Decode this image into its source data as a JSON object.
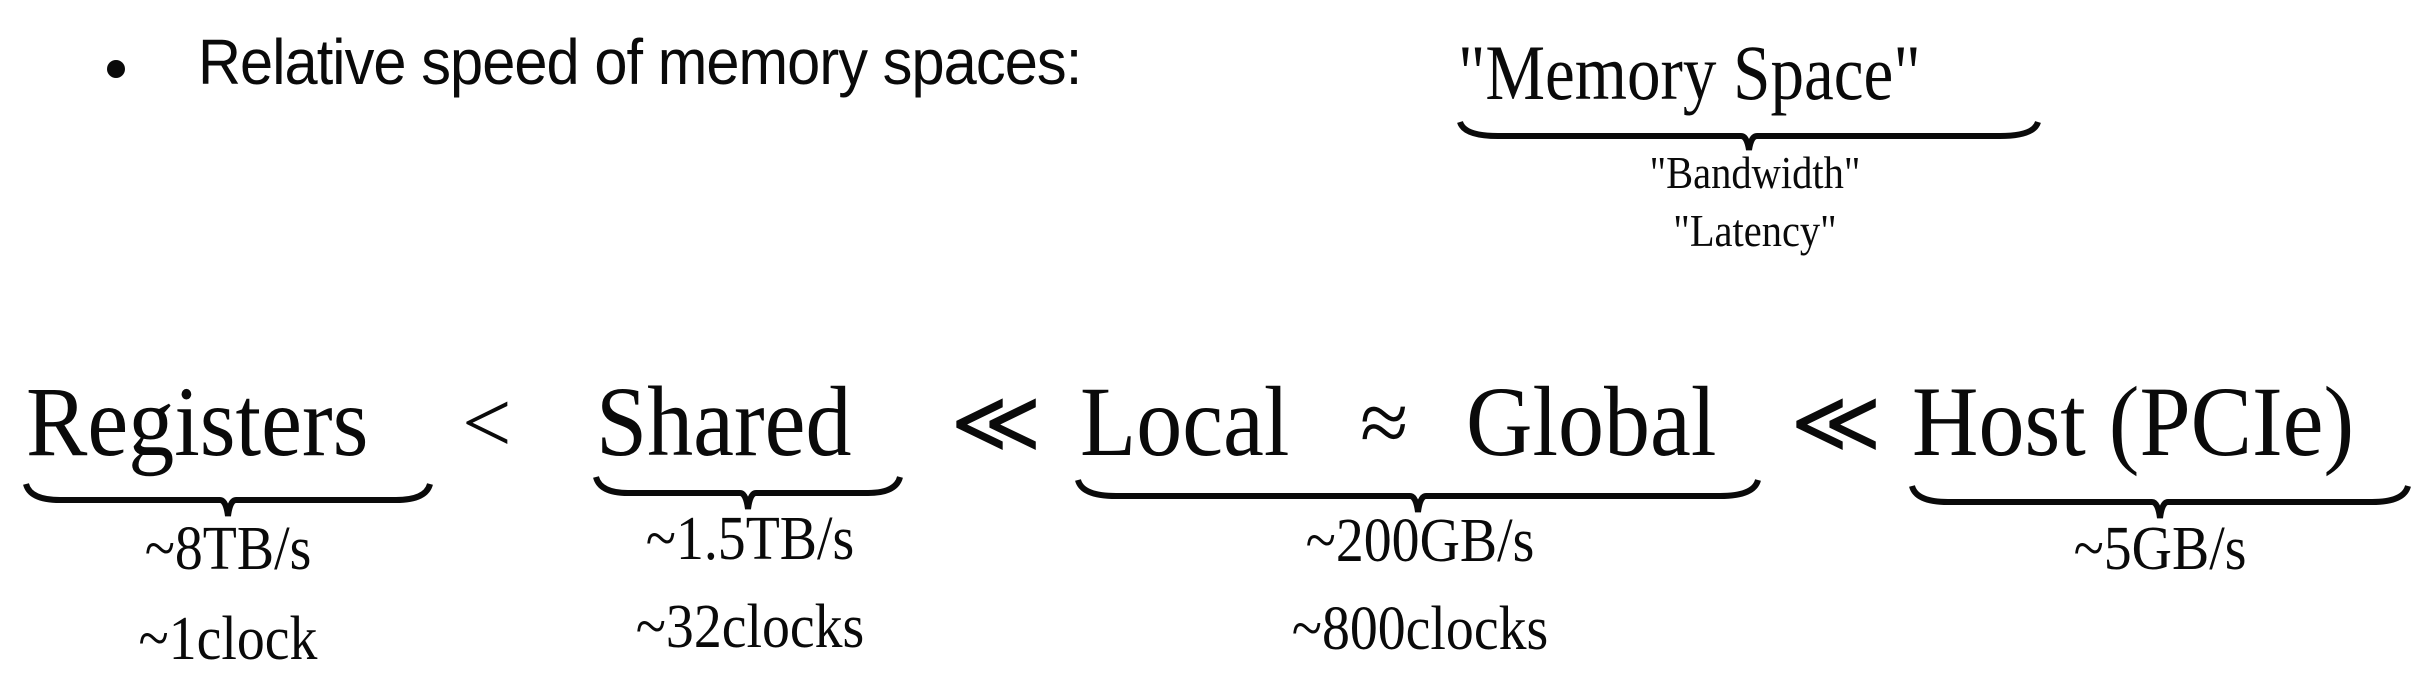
{
  "slide": {
    "bullet_text": "Relative speed of memory spaces:",
    "legend": {
      "title": "\"Memory Space\"",
      "line1": "\"Bandwidth\"",
      "line2": "\"Latency\""
    },
    "relation": {
      "terms": [
        {
          "name": "Registers",
          "bandwidth": "~8TB/s",
          "latency": "~1clock"
        },
        {
          "name": "Shared",
          "bandwidth": "~1.5TB/s",
          "latency": "~32clocks"
        },
        {
          "name": "Local",
          "bandwidth": "~200GB/s",
          "latency": "~800clocks"
        },
        {
          "name": "Global"
        },
        {
          "name": "Host (PCIe)",
          "bandwidth": "~5GB/s"
        }
      ],
      "operators": [
        "<",
        "≪",
        "≈",
        "≪"
      ]
    }
  }
}
